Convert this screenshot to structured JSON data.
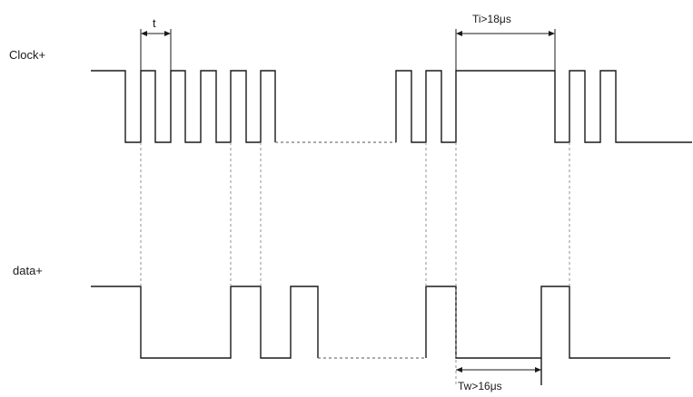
{
  "signals": {
    "clock_label": "Clock+",
    "data_label": "data+"
  },
  "annotations": {
    "period_label": "t",
    "idle_time_label": "Ti>18μs",
    "wait_time_label": "Tw>16μs"
  },
  "colors": {
    "line": "#1a1a1a",
    "dotted": "#555555",
    "guide": "#888888",
    "background": "#ffffff"
  }
}
